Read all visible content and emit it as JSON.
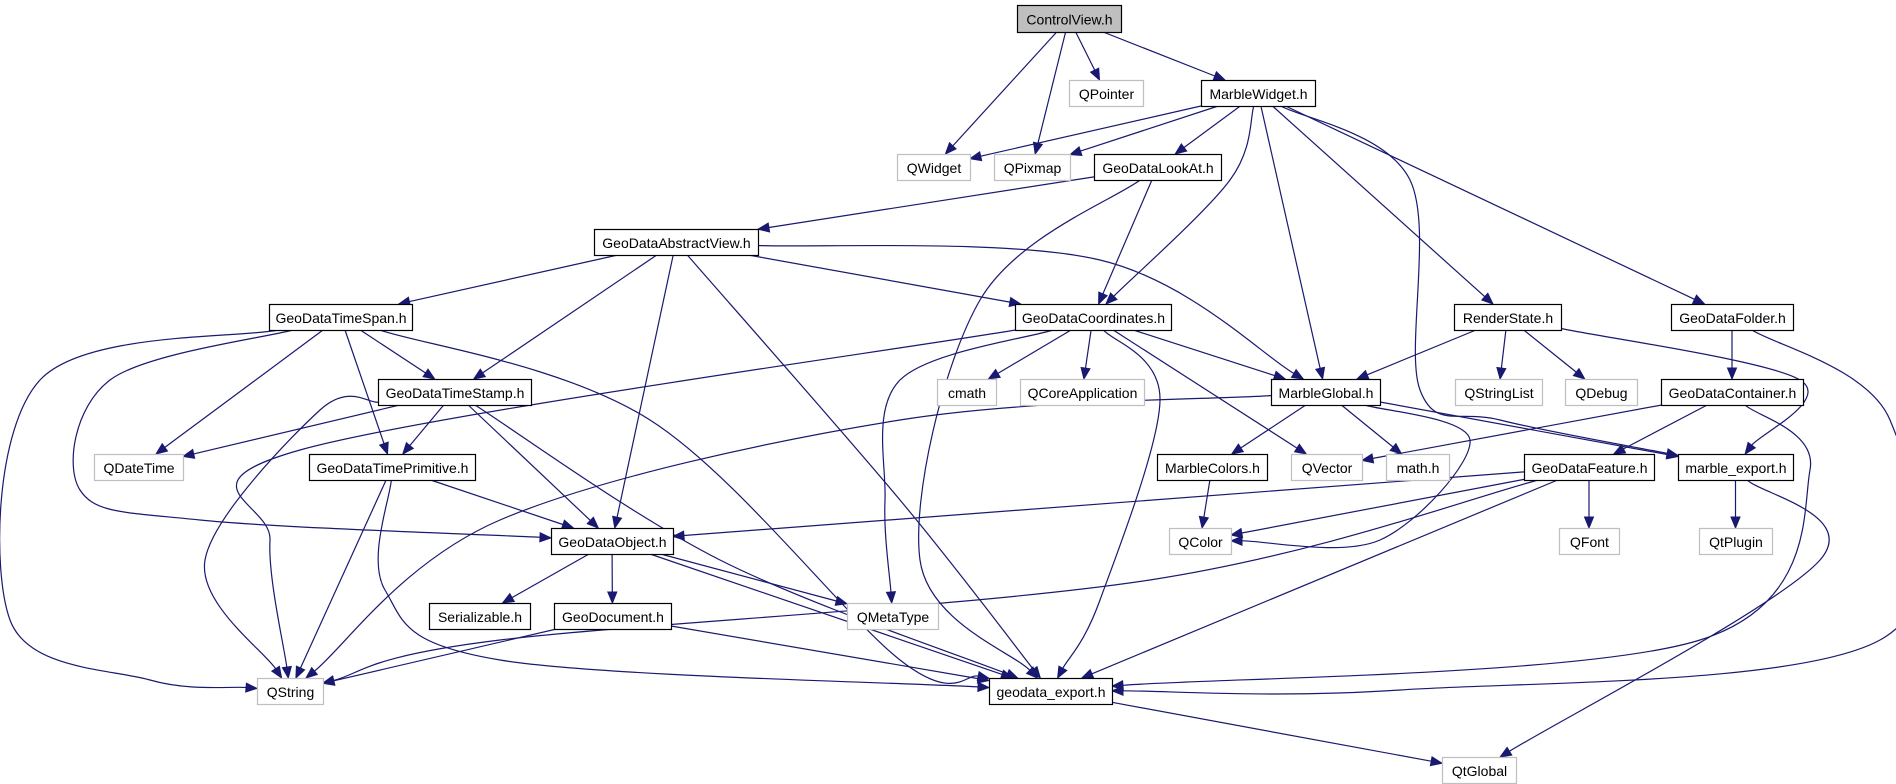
{
  "title": "ControlView.h include dependency graph",
  "colors": {
    "edge": "#191970",
    "local_border": "#000000",
    "external_border": "#bfbfbf",
    "root_fill": "#bfbfbf"
  },
  "nodes": [
    {
      "id": "ControlView",
      "label": "ControlView.h",
      "kind": "root"
    },
    {
      "id": "QPointer",
      "label": "QPointer",
      "kind": "external"
    },
    {
      "id": "MarbleWidget",
      "label": "MarbleWidget.h",
      "kind": "local"
    },
    {
      "id": "QWidget",
      "label": "QWidget",
      "kind": "external"
    },
    {
      "id": "QPixmap",
      "label": "QPixmap",
      "kind": "external"
    },
    {
      "id": "GeoDataLookAt",
      "label": "GeoDataLookAt.h",
      "kind": "local"
    },
    {
      "id": "GeoDataAbstractView",
      "label": "GeoDataAbstractView.h",
      "kind": "local"
    },
    {
      "id": "GeoDataTimeSpan",
      "label": "GeoDataTimeSpan.h",
      "kind": "local"
    },
    {
      "id": "GeoDataCoordinates",
      "label": "GeoDataCoordinates.h",
      "kind": "local"
    },
    {
      "id": "RenderState",
      "label": "RenderState.h",
      "kind": "local"
    },
    {
      "id": "GeoDataFolder",
      "label": "GeoDataFolder.h",
      "kind": "local"
    },
    {
      "id": "GeoDataTimeStamp",
      "label": "GeoDataTimeStamp.h",
      "kind": "local"
    },
    {
      "id": "cmath",
      "label": "cmath",
      "kind": "external"
    },
    {
      "id": "QCoreApplication",
      "label": "QCoreApplication",
      "kind": "external"
    },
    {
      "id": "MarbleGlobal",
      "label": "MarbleGlobal.h",
      "kind": "local"
    },
    {
      "id": "QStringList",
      "label": "QStringList",
      "kind": "external"
    },
    {
      "id": "QDebug",
      "label": "QDebug",
      "kind": "external"
    },
    {
      "id": "GeoDataContainer",
      "label": "GeoDataContainer.h",
      "kind": "local"
    },
    {
      "id": "QDateTime",
      "label": "QDateTime",
      "kind": "external"
    },
    {
      "id": "GeoDataTimePrimitive",
      "label": "GeoDataTimePrimitive.h",
      "kind": "local"
    },
    {
      "id": "MarbleColors",
      "label": "MarbleColors.h",
      "kind": "local"
    },
    {
      "id": "QVector",
      "label": "QVector",
      "kind": "external"
    },
    {
      "id": "mathh",
      "label": "math.h",
      "kind": "external"
    },
    {
      "id": "GeoDataFeature",
      "label": "GeoDataFeature.h",
      "kind": "local"
    },
    {
      "id": "marble_export",
      "label": "marble_export.h",
      "kind": "local"
    },
    {
      "id": "GeoDataObject",
      "label": "GeoDataObject.h",
      "kind": "local"
    },
    {
      "id": "QColor",
      "label": "QColor",
      "kind": "external"
    },
    {
      "id": "QFont",
      "label": "QFont",
      "kind": "external"
    },
    {
      "id": "QtPlugin",
      "label": "QtPlugin",
      "kind": "external"
    },
    {
      "id": "Serializable",
      "label": "Serializable.h",
      "kind": "local"
    },
    {
      "id": "GeoDocument",
      "label": "GeoDocument.h",
      "kind": "local"
    },
    {
      "id": "QMetaType",
      "label": "QMetaType",
      "kind": "external"
    },
    {
      "id": "QString",
      "label": "QString",
      "kind": "external"
    },
    {
      "id": "geodata_export",
      "label": "geodata_export.h",
      "kind": "local"
    },
    {
      "id": "QtGlobal",
      "label": "QtGlobal",
      "kind": "external"
    }
  ],
  "edges": [
    [
      "ControlView",
      "QWidget"
    ],
    [
      "ControlView",
      "QPixmap"
    ],
    [
      "ControlView",
      "QPointer"
    ],
    [
      "ControlView",
      "MarbleWidget"
    ],
    [
      "MarbleWidget",
      "QWidget"
    ],
    [
      "MarbleWidget",
      "QPixmap"
    ],
    [
      "MarbleWidget",
      "GeoDataLookAt"
    ],
    [
      "MarbleWidget",
      "GeoDataCoordinates"
    ],
    [
      "MarbleWidget",
      "MarbleGlobal"
    ],
    [
      "MarbleWidget",
      "marble_export"
    ],
    [
      "MarbleWidget",
      "RenderState"
    ],
    [
      "MarbleWidget",
      "GeoDataFolder"
    ],
    [
      "GeoDataLookAt",
      "GeoDataAbstractView"
    ],
    [
      "GeoDataLookAt",
      "GeoDataCoordinates"
    ],
    [
      "GeoDataLookAt",
      "geodata_export"
    ],
    [
      "GeoDataAbstractView",
      "GeoDataTimeSpan"
    ],
    [
      "GeoDataAbstractView",
      "GeoDataTimeStamp"
    ],
    [
      "GeoDataAbstractView",
      "GeoDataObject"
    ],
    [
      "GeoDataAbstractView",
      "GeoDataCoordinates"
    ],
    [
      "GeoDataAbstractView",
      "MarbleGlobal"
    ],
    [
      "GeoDataAbstractView",
      "geodata_export"
    ],
    [
      "GeoDataTimeSpan",
      "QString"
    ],
    [
      "GeoDataTimeSpan",
      "GeoDataObject"
    ],
    [
      "GeoDataTimeSpan",
      "QDateTime"
    ],
    [
      "GeoDataTimeSpan",
      "GeoDataTimePrimitive"
    ],
    [
      "GeoDataTimeSpan",
      "GeoDataTimeStamp"
    ],
    [
      "GeoDataTimeSpan",
      "geodata_export"
    ],
    [
      "GeoDataTimeStamp",
      "QDateTime"
    ],
    [
      "GeoDataTimeStamp",
      "QString"
    ],
    [
      "GeoDataTimeStamp",
      "GeoDataTimePrimitive"
    ],
    [
      "GeoDataTimeStamp",
      "GeoDataObject"
    ],
    [
      "GeoDataTimeStamp",
      "geodata_export"
    ],
    [
      "GeoDataTimePrimitive",
      "QString"
    ],
    [
      "GeoDataTimePrimitive",
      "GeoDataObject"
    ],
    [
      "GeoDataTimePrimitive",
      "geodata_export"
    ],
    [
      "GeoDataCoordinates",
      "QString"
    ],
    [
      "GeoDataCoordinates",
      "cmath"
    ],
    [
      "GeoDataCoordinates",
      "QCoreApplication"
    ],
    [
      "GeoDataCoordinates",
      "MarbleGlobal"
    ],
    [
      "GeoDataCoordinates",
      "QVector"
    ],
    [
      "GeoDataCoordinates",
      "QMetaType"
    ],
    [
      "GeoDataCoordinates",
      "geodata_export"
    ],
    [
      "RenderState",
      "MarbleGlobal"
    ],
    [
      "RenderState",
      "QStringList"
    ],
    [
      "RenderState",
      "QDebug"
    ],
    [
      "RenderState",
      "marble_export"
    ],
    [
      "GeoDataFolder",
      "GeoDataContainer"
    ],
    [
      "GeoDataFolder",
      "geodata_export"
    ],
    [
      "GeoDataContainer",
      "QVector"
    ],
    [
      "GeoDataContainer",
      "GeoDataFeature"
    ],
    [
      "GeoDataContainer",
      "geodata_export"
    ],
    [
      "MarbleGlobal",
      "QString"
    ],
    [
      "MarbleGlobal",
      "MarbleColors"
    ],
    [
      "MarbleGlobal",
      "mathh"
    ],
    [
      "MarbleGlobal",
      "QColor"
    ],
    [
      "MarbleGlobal",
      "marble_export"
    ],
    [
      "MarbleColors",
      "QColor"
    ],
    [
      "GeoDataFeature",
      "GeoDataObject"
    ],
    [
      "GeoDataFeature",
      "QColor"
    ],
    [
      "GeoDataFeature",
      "QString"
    ],
    [
      "GeoDataFeature",
      "QFont"
    ],
    [
      "GeoDataFeature",
      "geodata_export"
    ],
    [
      "marble_export",
      "QtPlugin"
    ],
    [
      "marble_export",
      "QtGlobal"
    ],
    [
      "GeoDataObject",
      "Serializable"
    ],
    [
      "GeoDataObject",
      "GeoDocument"
    ],
    [
      "GeoDataObject",
      "QMetaType"
    ],
    [
      "GeoDataObject",
      "geodata_export"
    ],
    [
      "GeoDocument",
      "QString"
    ],
    [
      "GeoDocument",
      "geodata_export"
    ],
    [
      "geodata_export",
      "QtGlobal"
    ]
  ]
}
